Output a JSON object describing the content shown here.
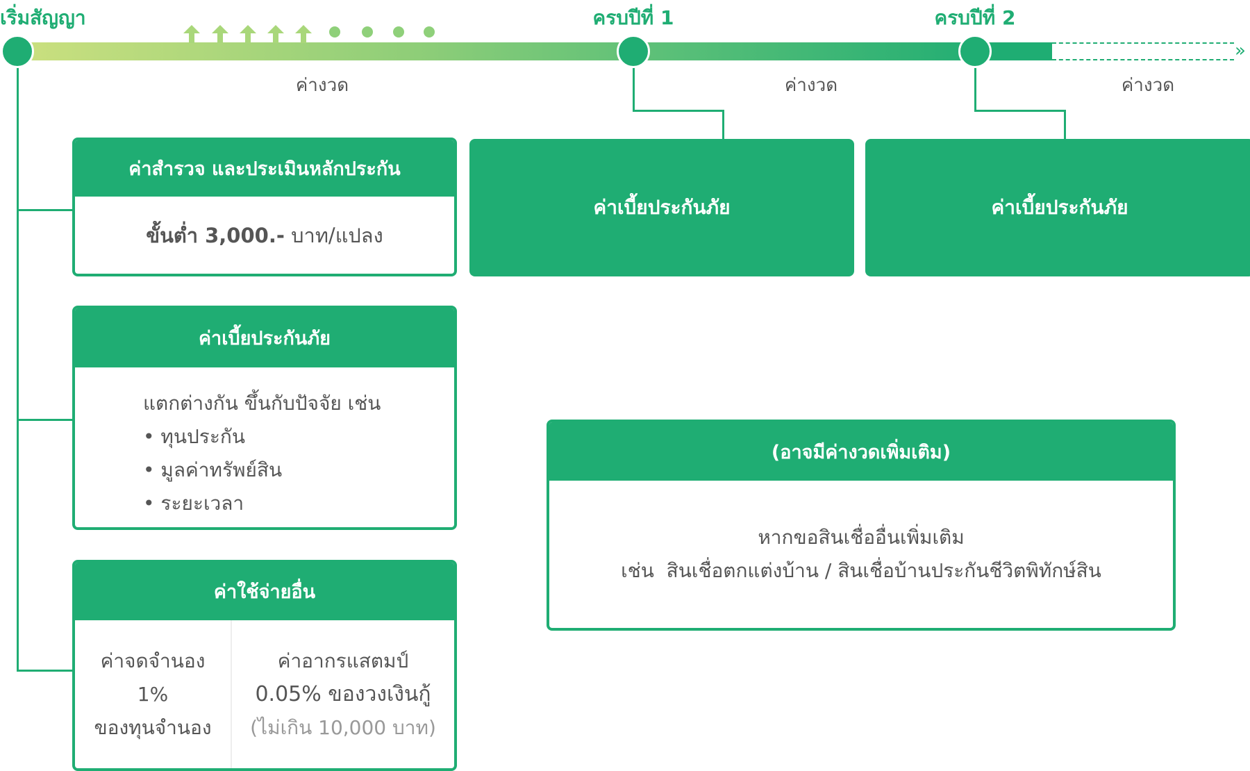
{
  "timeline": {
    "start_label": "เริ่มสัญญา",
    "year1_label": "ครบปีที่ 1",
    "year2_label": "ครบปีที่ 2",
    "installment_labels": [
      "ค่างวด",
      "ค่างวด",
      "ค่างวด"
    ]
  },
  "survey_box": {
    "title": "ค่าสำรวจ และประเมินหลักประกัน",
    "amount": "ขั้นต่ำ 3,000.-",
    "unit": " บาท/แปลง"
  },
  "insurance_box": {
    "title": "ค่าเบี้ยประกันภัย",
    "intro": "แตกต่างกัน ขึ้นกับปัจจัย เช่น",
    "factors": [
      "ทุนประกัน",
      "มูลค่าทรัพย์สิน",
      "ระยะเวลา"
    ]
  },
  "other_box": {
    "title": "ค่าใช้จ่ายอื่น",
    "mortgage": {
      "label": "ค่าจดจำนอง",
      "value": "1%",
      "note": "ของทุนจำนอง"
    },
    "stamp": {
      "label": "ค่าอากรแสตมป์",
      "value": "0.05% ของวงเงินกู้",
      "note": "(ไม่เกิน 10,000 บาท)"
    }
  },
  "year1_box": {
    "title": "ค่าเบี้ยประกันภัย"
  },
  "year2_box": {
    "title": "ค่าเบี้ยประกันภัย"
  },
  "extra_box": {
    "title": "(อาจมีค่างวดเพิ่มเติม)",
    "line1": "หากขอสินเชื่ออื่นเพิ่มเติม",
    "line2": "เช่น  สินเชื่อตกแต่งบ้าน / สินเชื่อบ้านประกันชีวิตพิทักษ์สิน"
  },
  "colors": {
    "primary": "#1fad73",
    "bar_start": "#c9e07e",
    "bar_end": "#1fad73"
  }
}
